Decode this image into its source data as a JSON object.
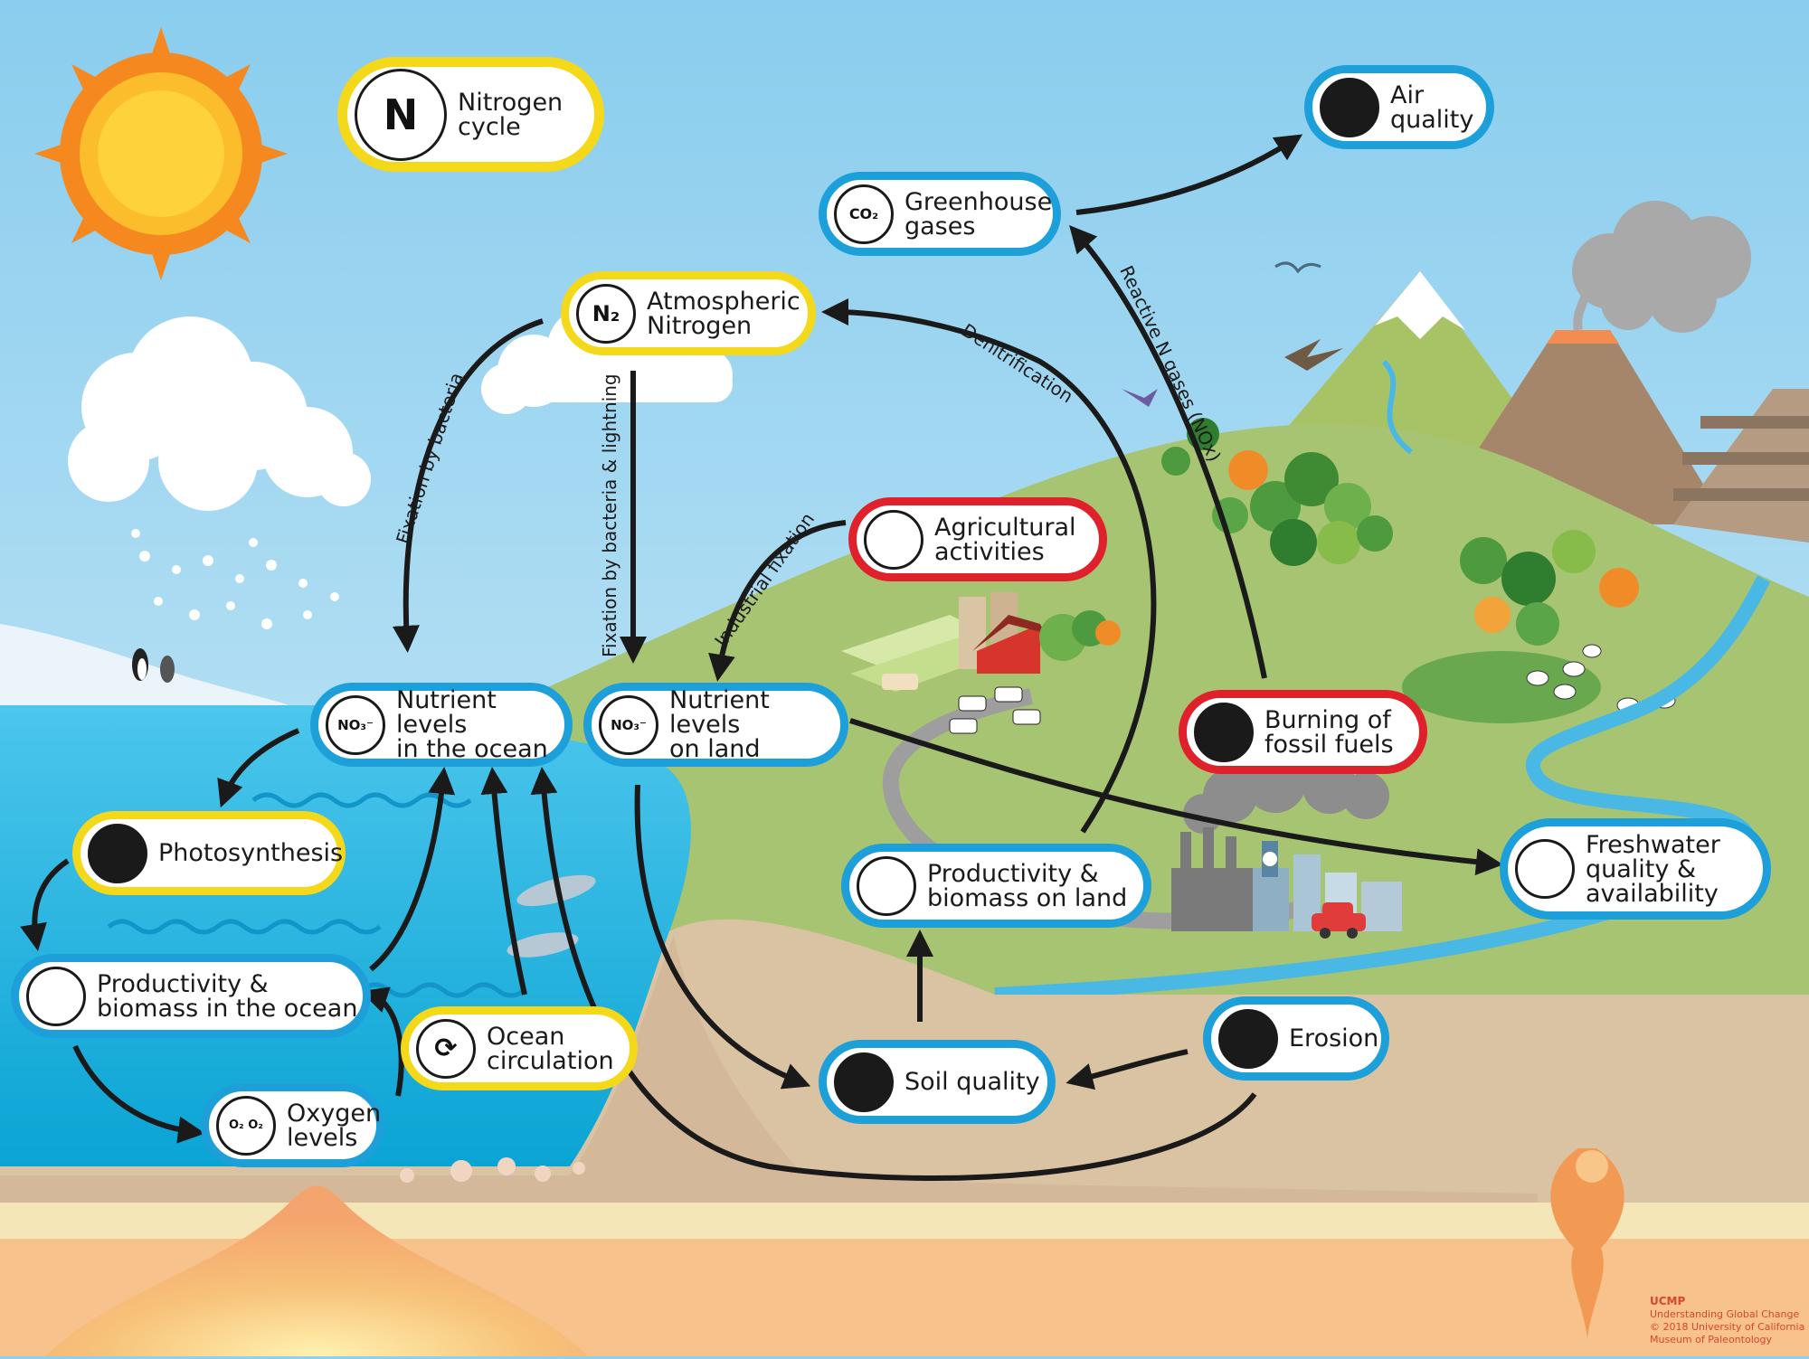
{
  "nodes": {
    "nitrogen_cycle": "Nitrogen\ncycle",
    "air_quality": "Air\nquality",
    "greenhouse_gases": "Greenhouse\ngases",
    "atmospheric_nitrogen": "Atmospheric\nNitrogen",
    "agricultural_activities": "Agricultural\nactivities",
    "nutrient_ocean": "Nutrient levels\nin the ocean",
    "nutrient_land": "Nutrient levels\non land",
    "burning_fossil_fuels": "Burning of\nfossil fuels",
    "photosynthesis": "Photosynthesis",
    "productivity_land": "Productivity &\nbiomass on land",
    "freshwater": "Freshwater\nquality &\navailability",
    "productivity_ocean": "Productivity &\nbiomass in the ocean",
    "ocean_circulation": "Ocean\ncirculation",
    "soil_quality": "Soil quality",
    "erosion": "Erosion",
    "oxygen_levels": "Oxygen\nlevels"
  },
  "icons": {
    "nitrogen_cycle": "N",
    "greenhouse_gases": "CO₂",
    "atmospheric_nitrogen": "N₂",
    "nutrient_ocean": "NO₃⁻",
    "nutrient_land": "NO₃⁻",
    "oxygen_levels": "O₂ O₂"
  },
  "arrow_labels": {
    "fixation_bacteria": "Fixation by bacteria",
    "fixation_bacteria_lightning": "Fixation by  bacteria & lightning",
    "industrial_fixation": "Industrial fixation",
    "denitrification": "Denitrification",
    "reactive_n_gases": "Reactive N gases (NOx)"
  },
  "credit": {
    "brand": "UCMP",
    "text": "Understanding Global Change\n© 2018 University of California\nMuseum of Paleontology"
  },
  "colors": {
    "sky": "#8fd0ef",
    "ocean": "#1fb3e0",
    "land": "#a7c472",
    "ground": "#d9c3a3",
    "border_blue": "#1d9fd9",
    "border_yellow": "#f4d81a",
    "border_red": "#e0202a",
    "arrow": "#1a1a1a"
  }
}
